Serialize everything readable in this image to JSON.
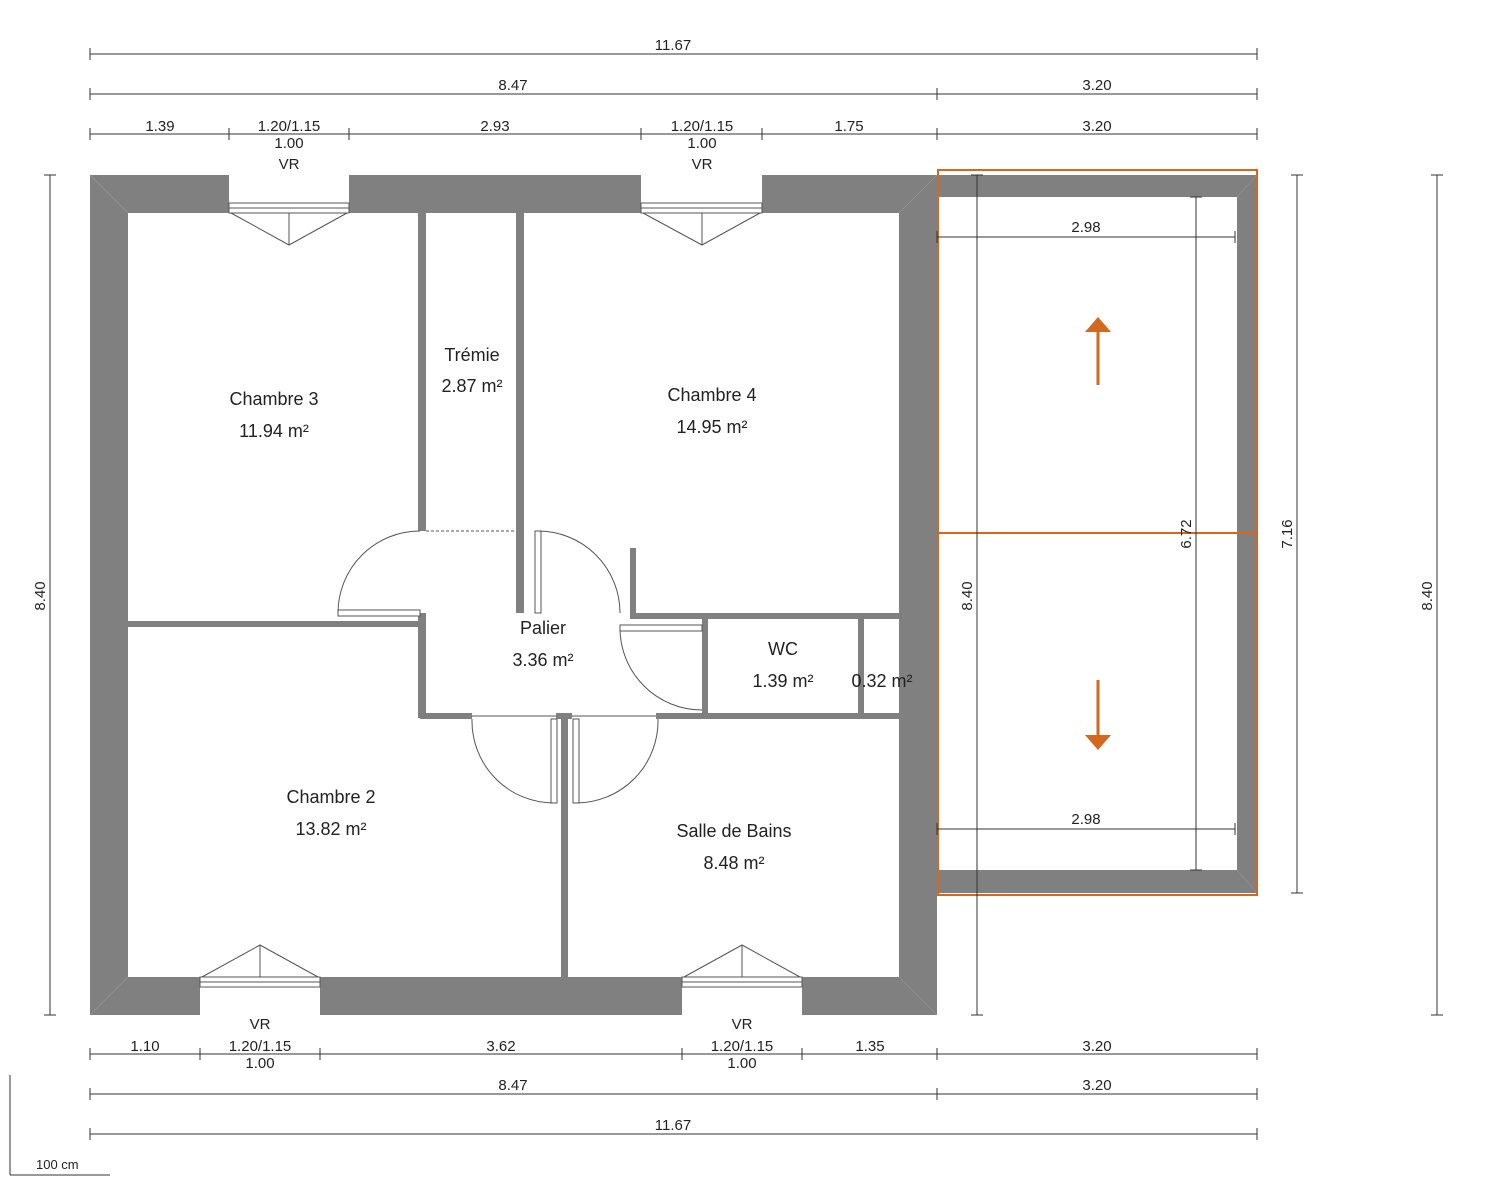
{
  "colors": {
    "wall": "#808080",
    "accent": "#d2691e",
    "line": "#333333",
    "background": "#ffffff"
  },
  "rooms": {
    "chambre3": {
      "name": "Chambre 3",
      "area": "11.94 m²"
    },
    "tremie": {
      "name": "Trémie",
      "area": "2.87 m²"
    },
    "chambre4": {
      "name": "Chambre 4",
      "area": "14.95 m²"
    },
    "palier": {
      "name": "Palier",
      "area": "3.36 m²"
    },
    "wc": {
      "name": "WC",
      "area": "1.39 m²"
    },
    "small": {
      "area": "0.32 m²"
    },
    "chambre2": {
      "name": "Chambre 2",
      "area": "13.82 m²"
    },
    "sdb": {
      "name": "Salle de Bains",
      "area": "8.48 m²"
    }
  },
  "dims": {
    "top_total": "11.67",
    "top_house": "8.47",
    "top_ext": "3.20",
    "top_seg1": "1.39",
    "top_seg3": "2.93",
    "top_seg5": "1.75",
    "top_seg6": "3.20",
    "bot_seg1": "1.10",
    "bot_seg3": "3.62",
    "bot_seg5": "1.35",
    "bot_seg6": "3.20",
    "bot_house": "8.47",
    "bot_ext": "3.20",
    "bot_total": "11.67",
    "left_height": "8.40",
    "right_height": "8.40",
    "ext_height_outer": "7.16",
    "ext_height_inner": "6.72",
    "ext_height_wall": "8.40",
    "ext_width_top": "2.98",
    "ext_width_bottom": "2.98"
  },
  "windows": {
    "top_left": {
      "size": "1.20/1.15",
      "sill": "1.00",
      "type": "VR"
    },
    "top_right": {
      "size": "1.20/1.15",
      "sill": "1.00",
      "type": "VR"
    },
    "bottom_left": {
      "size": "1.20/1.15",
      "sill": "1.00",
      "type": "VR"
    },
    "bottom_right": {
      "size": "1.20/1.15",
      "sill": "1.00",
      "type": "VR"
    }
  },
  "scale": {
    "label": "100 cm"
  }
}
